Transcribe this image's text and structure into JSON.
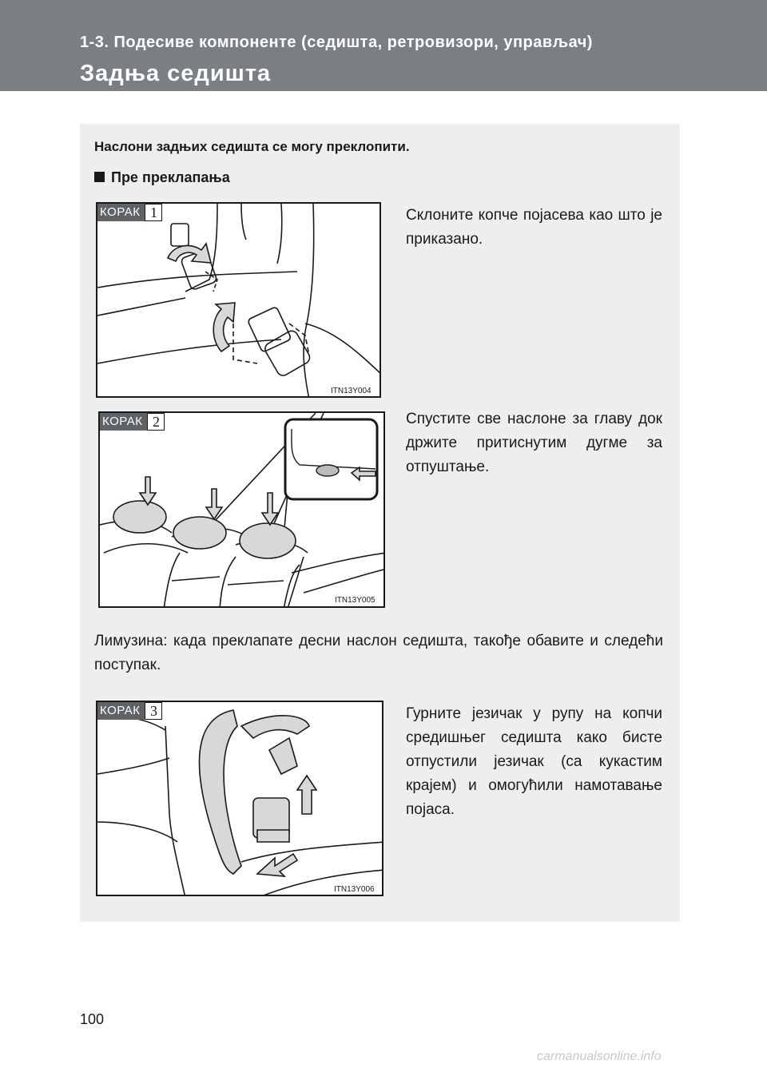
{
  "header": {
    "section": "1-3. Подесиве компоненте (седишта, ретровизори, управљач)",
    "title": "Задња седишта"
  },
  "intro": "Наслони задњих седишта се могу преклопити.",
  "subhead": "Пре преклапања",
  "steps": [
    {
      "word": "КОРАК",
      "num": "1",
      "code": "ITN13Y004",
      "text": "Склоните копче појасева као што је приказано."
    },
    {
      "word": "КОРАК",
      "num": "2",
      "code": "ITN13Y005",
      "text": "Спустите све наслоне за главу док држите притиснутим дугме за отпуштање."
    },
    {
      "word": "КОРАК",
      "num": "3",
      "code": "ITN13Y006",
      "text": "Гурните језичак у рупу на копчи средишњег седишта како бисте отпустили језичак (са кукастим крајем) и омогућили намотавање појаса."
    }
  ],
  "note": "Лимузина: када преклапате десни наслон седишта, такође обавите и следећи поступак.",
  "page_number": "100",
  "watermark": "carmanualsonline.info",
  "icons": [
    "square-bullet-icon",
    "arrow-down-icon",
    "arrow-curved-icon",
    "arrow-up-icon"
  ]
}
